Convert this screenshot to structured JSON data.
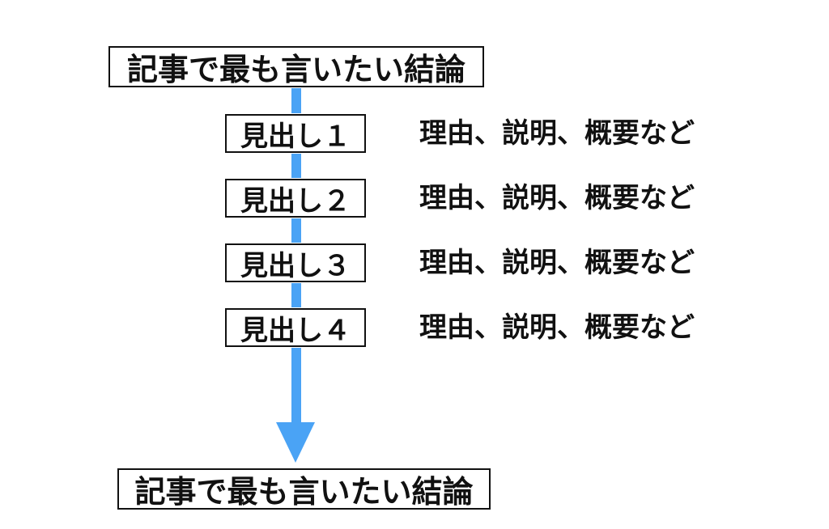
{
  "top_conclusion": "記事で最も言いたい結論",
  "headings": [
    {
      "label": "見出し１",
      "description": "理由、説明、概要など"
    },
    {
      "label": "見出し２",
      "description": "理由、説明、概要など"
    },
    {
      "label": "見出し３",
      "description": "理由、説明、概要など"
    },
    {
      "label": "見出し４",
      "description": "理由、説明、概要など"
    }
  ],
  "bottom_conclusion": "記事で最も言いたい結論",
  "colors": {
    "arrow": "#4aa3f5",
    "border": "#111111"
  }
}
